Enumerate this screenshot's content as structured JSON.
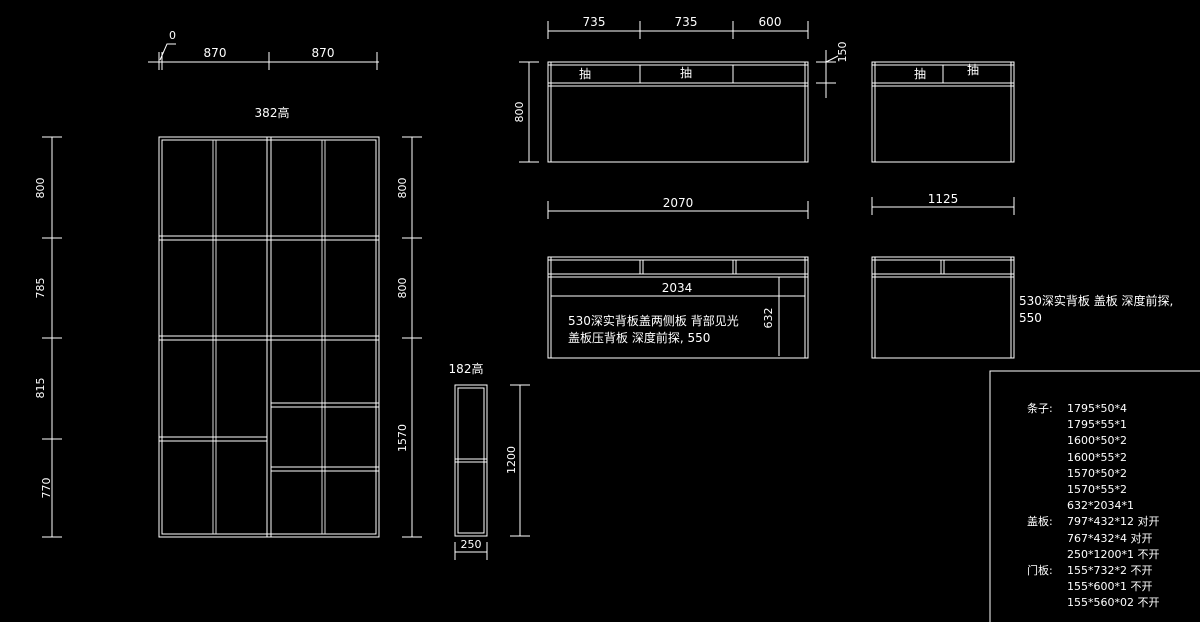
{
  "colors": {
    "background": "#000000",
    "lines": "#ffffff"
  },
  "front": {
    "height_note": "382高",
    "offset": "0",
    "top_dims": [
      "870",
      "870"
    ],
    "left_dims": [
      "800",
      "785",
      "815",
      "770"
    ],
    "right_dims": [
      "800",
      "800",
      "1570"
    ]
  },
  "side": {
    "height_note": "182高",
    "height_dim": "1200",
    "width_dim": "250"
  },
  "desk": {
    "top_dims": [
      "735",
      "735",
      "600"
    ],
    "height_dim": "800",
    "drawer_dim": "150",
    "drawer_labels": [
      "抽",
      "抽"
    ],
    "width_dim": "2070",
    "plan_inner_dim": "2034",
    "plan_depth_dim": "632",
    "note_lines": [
      "530深实背板盖两侧板  背部见光",
      "盖板压背板  深度前探, 550"
    ]
  },
  "small": {
    "drawer_labels": [
      "抽",
      "抽"
    ],
    "width_dim": "1125",
    "note_lines": [
      "530深实背板  盖板  深度前探,",
      "550"
    ]
  },
  "parts": {
    "rows": [
      {
        "label": "条子:",
        "value": "1795*50*4"
      },
      {
        "label": "",
        "value": "1795*55*1"
      },
      {
        "label": "",
        "value": "1600*50*2"
      },
      {
        "label": "",
        "value": "1600*55*2"
      },
      {
        "label": "",
        "value": "1570*50*2"
      },
      {
        "label": "",
        "value": "1570*55*2"
      },
      {
        "label": "",
        "value": "632*2034*1"
      },
      {
        "label": "盖板:",
        "value": "797*432*12   对开"
      },
      {
        "label": "",
        "value": "767*432*4    对开"
      },
      {
        "label": "",
        "value": "250*1200*1  不开"
      },
      {
        "label": "门板:",
        "value": "155*732*2  不开"
      },
      {
        "label": "",
        "value": "155*600*1  不开"
      },
      {
        "label": "",
        "value": "155*560*02  不开"
      }
    ]
  }
}
